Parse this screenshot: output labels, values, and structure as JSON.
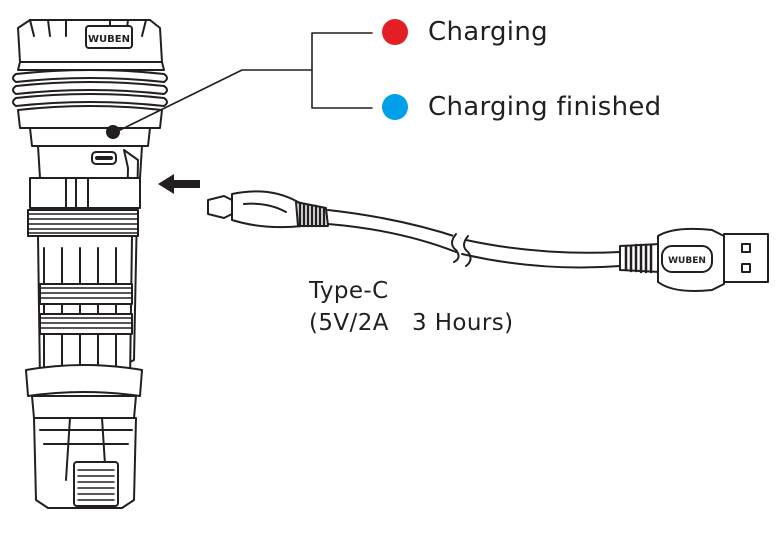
{
  "legend": {
    "items": [
      {
        "label": "Charging",
        "color": "#e31e24"
      },
      {
        "label": "Charging finished",
        "color": "#00a0e9"
      }
    ]
  },
  "flashlight": {
    "logo_text": "WUBEN"
  },
  "cable": {
    "logo_text": "WUBEN"
  },
  "spec": {
    "line1": "Type-C",
    "line2": "(5V/2A   3 Hours)"
  },
  "colors": {
    "line": "#231f20",
    "background": "#ffffff"
  },
  "icons": [
    "flashlight-illustration",
    "usb-c-cable-illustration",
    "insert-arrow-icon",
    "usb-a-plug-icon",
    "cable-break-icon"
  ]
}
